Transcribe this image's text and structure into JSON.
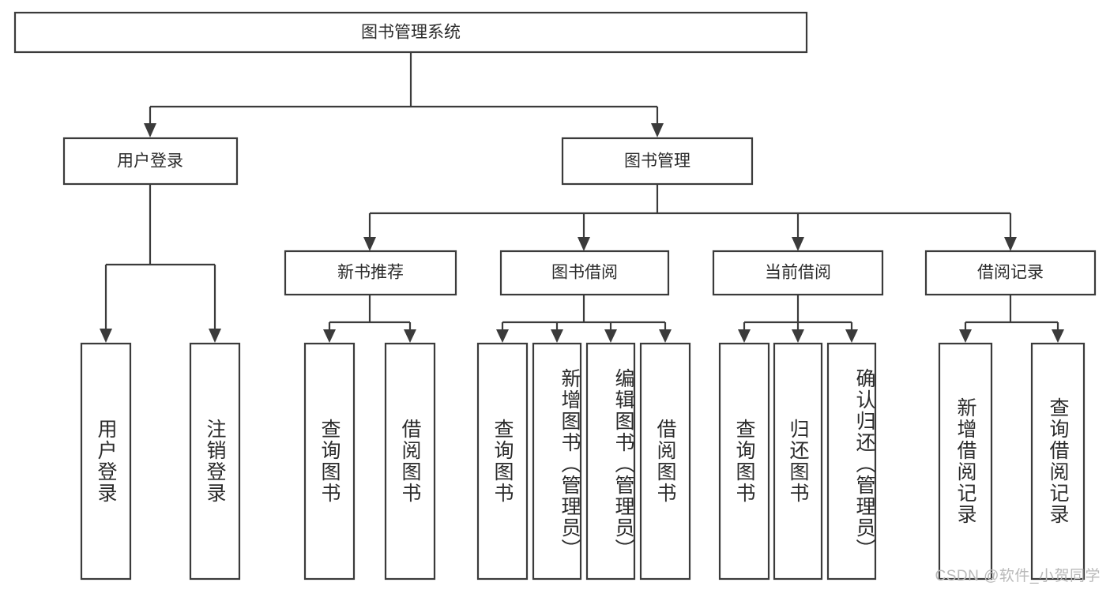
{
  "diagram": {
    "type": "tree-hierarchy",
    "title": "图书管理系统",
    "root": {
      "id": "root",
      "label": "图书管理系统"
    },
    "level1": [
      {
        "id": "user-login",
        "label": "用户登录"
      },
      {
        "id": "book-management",
        "label": "图书管理"
      }
    ],
    "level2": [
      {
        "id": "new-book-recommend",
        "label": "新书推荐",
        "parent": "book-management"
      },
      {
        "id": "book-borrow",
        "label": "图书借阅",
        "parent": "book-management"
      },
      {
        "id": "current-borrow",
        "label": "当前借阅",
        "parent": "book-management"
      },
      {
        "id": "borrow-record",
        "label": "借阅记录",
        "parent": "book-management"
      }
    ],
    "leaves": [
      {
        "id": "leaf-user-login",
        "label": "用户登录",
        "parent": "user-login"
      },
      {
        "id": "leaf-logout-login",
        "label": "注销登录",
        "parent": "user-login"
      },
      {
        "id": "leaf-query-book-1",
        "label": "查询图书",
        "parent": "new-book-recommend"
      },
      {
        "id": "leaf-borrow-book-1",
        "label": "借阅图书",
        "parent": "new-book-recommend"
      },
      {
        "id": "leaf-query-book-2",
        "label": "查询图书",
        "parent": "book-borrow"
      },
      {
        "id": "leaf-add-book",
        "label": "新增图书（管理员）",
        "parent": "book-borrow"
      },
      {
        "id": "leaf-edit-book",
        "label": "编辑图书（管理员）",
        "parent": "book-borrow"
      },
      {
        "id": "leaf-borrow-book-2",
        "label": "借阅图书",
        "parent": "book-borrow"
      },
      {
        "id": "leaf-query-book-3",
        "label": "查询图书",
        "parent": "current-borrow"
      },
      {
        "id": "leaf-return-book",
        "label": "归还图书",
        "parent": "current-borrow"
      },
      {
        "id": "leaf-confirm-return",
        "label": "确认归还（管理员）",
        "parent": "current-borrow"
      },
      {
        "id": "leaf-add-record",
        "label": "新增借阅记录",
        "parent": "borrow-record"
      },
      {
        "id": "leaf-query-record",
        "label": "查询借阅记录",
        "parent": "borrow-record"
      }
    ],
    "colors": {
      "stroke": "#3b3b3b",
      "fill": "#ffffff",
      "text": "#2b2b2b",
      "background": "#ffffff",
      "watermark": "#b9b9b9"
    }
  },
  "watermark": {
    "text": "CSDN @软件_小贺同学"
  }
}
